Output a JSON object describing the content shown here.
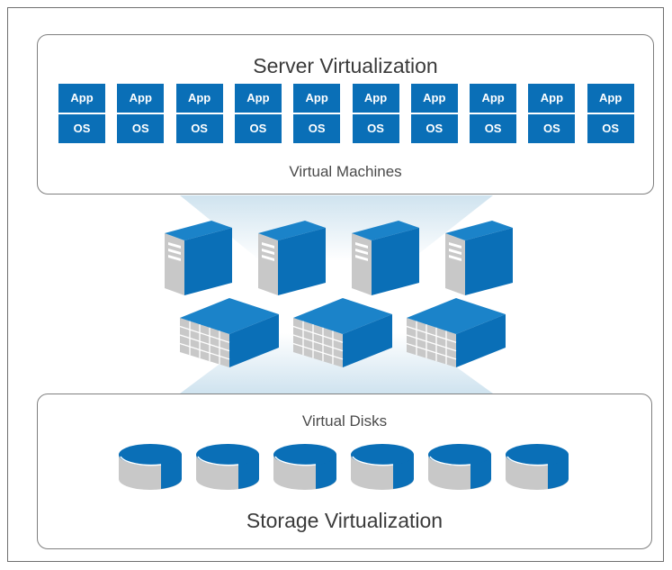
{
  "server": {
    "title": "Server Virtualization",
    "caption": "Virtual Machines",
    "vm_app_label": "App",
    "vm_os_label": "OS",
    "vm_count": 10
  },
  "storage": {
    "title": "Storage Virtualization",
    "caption": "Virtual Disks",
    "disk_count": 6
  },
  "hardware": {
    "server_count": 4,
    "storage_array_count": 3
  },
  "colors": {
    "accent": "#0a6fb7",
    "gray": "#c8c8c8",
    "border": "#7f7f7f"
  }
}
